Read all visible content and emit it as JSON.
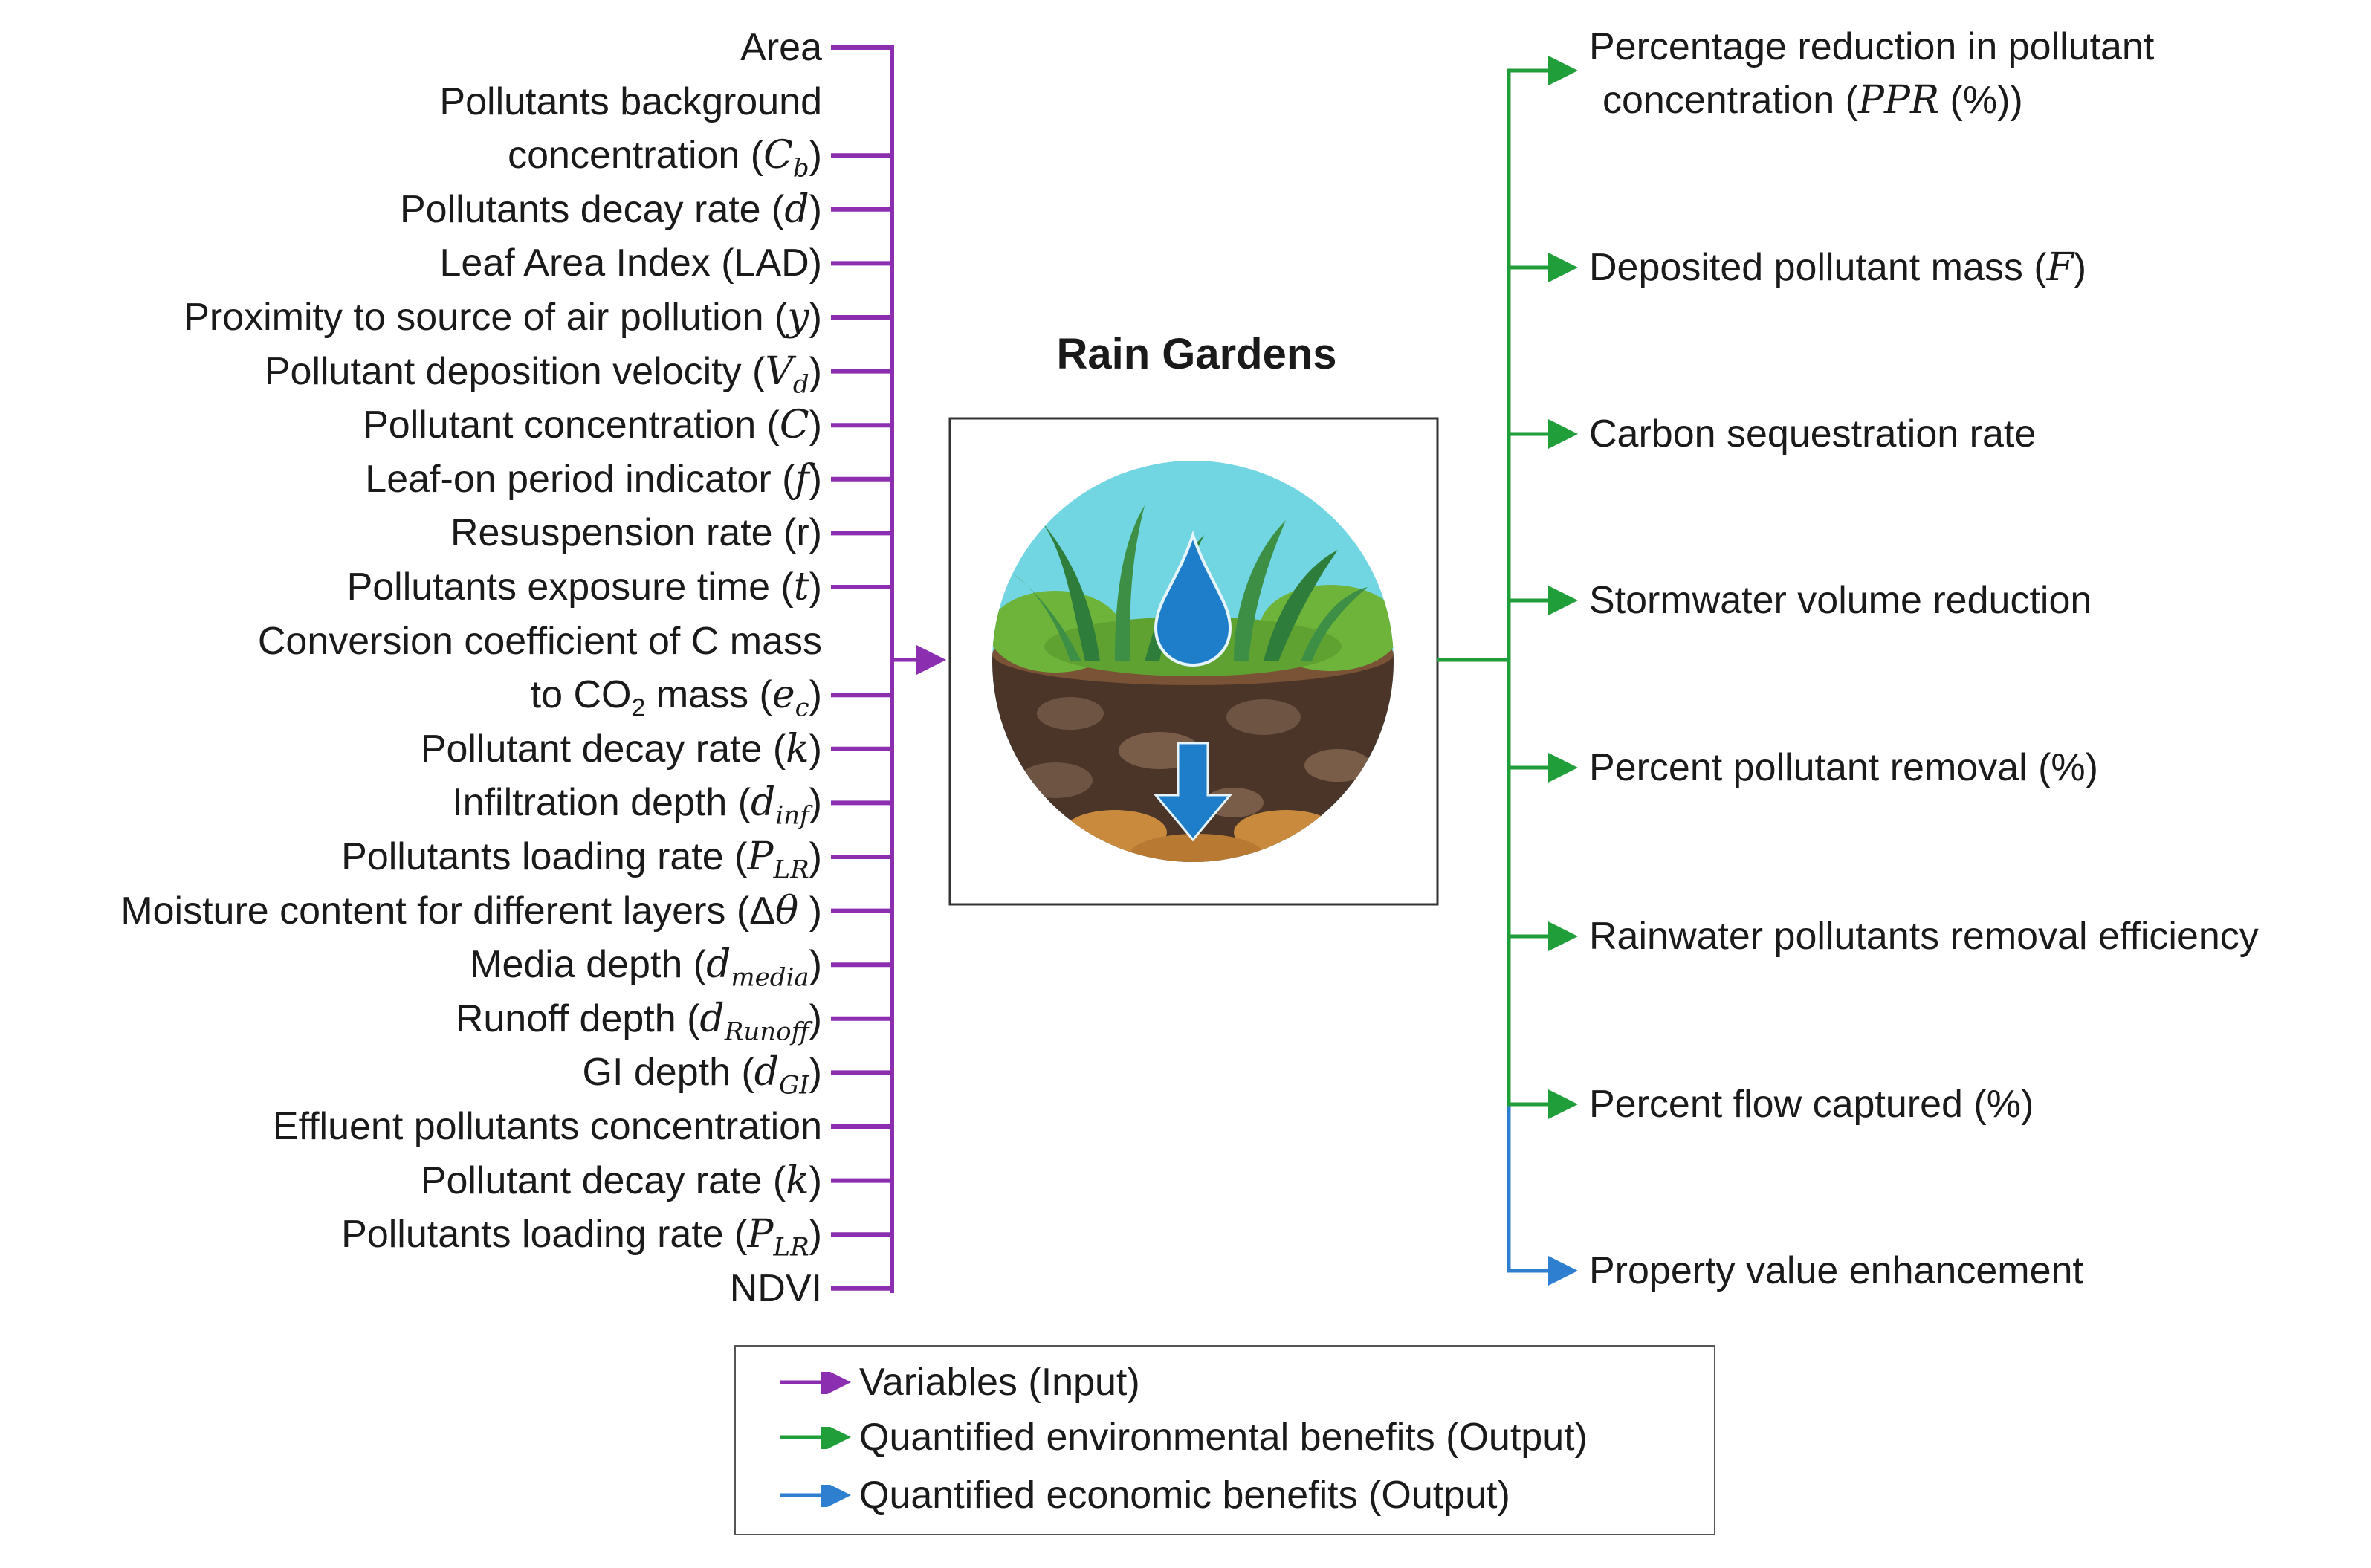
{
  "title": "Rain Gardens",
  "inputs": [
    {
      "text": "Area"
    },
    {
      "text": "Pollutants background"
    },
    {
      "text": "concentration (",
      "sym": "C",
      "sub": "b",
      "suffix": ")"
    },
    {
      "text": "Pollutants decay rate (",
      "sym": "d",
      "suffix": ")"
    },
    {
      "text": "Leaf Area Index (LAD)"
    },
    {
      "text": "Proximity to source of air pollution (",
      "sym": "y",
      "suffix": ")"
    },
    {
      "text": "Pollutant deposition velocity (",
      "sym": "V",
      "sub": "d",
      "suffix": ")"
    },
    {
      "text": "Pollutant concentration (",
      "sym": "C",
      "suffix": ")"
    },
    {
      "text": "Leaf-on period indicator (",
      "sym": "f",
      "suffix": ")"
    },
    {
      "text": "Resuspension rate (r)"
    },
    {
      "text": "Pollutants exposure time (",
      "sym": "t",
      "suffix": ")"
    },
    {
      "text": "Conversion coefficient of C mass"
    },
    {
      "text": "to CO",
      "sub_plain": "2",
      "text2": " mass (",
      "sym": "e",
      "sub": "c",
      "suffix": ")"
    },
    {
      "text": "Pollutant decay rate (",
      "sym": "k",
      "suffix": ")"
    },
    {
      "text": "Infiltration depth (",
      "sym": "d",
      "sub": "inf",
      "suffix": ")"
    },
    {
      "text": "Pollutants loading rate (",
      "sym": "P",
      "sub": "LR",
      "suffix": ")"
    },
    {
      "text": "Moisture content for different layers (Δ",
      "sym": "θ",
      "suffix": " )"
    },
    {
      "text": "Media depth (",
      "sym": "d",
      "sub": "media",
      "suffix": ")"
    },
    {
      "text": "Runoff depth (",
      "sym": "d",
      "sub": "Runoff",
      "suffix": ")"
    },
    {
      "text": "GI depth (",
      "sym": "d",
      "sub": "GI",
      "suffix": ")"
    },
    {
      "text": "Effluent pollutants concentration"
    },
    {
      "text": "Pollutant decay rate (",
      "sym": "k",
      "suffix": ")"
    },
    {
      "text": "Pollutants loading rate (",
      "sym": "P",
      "sub": "LR",
      "suffix": ")"
    },
    {
      "text": "NDVI"
    }
  ],
  "outputs": [
    {
      "line1": "Percentage reduction in pollutant",
      "line2": "concentration  (",
      "sym": "PPR",
      "suffix": " (%))",
      "kind": "environmental"
    },
    {
      "line1": "Deposited pollutant mass (",
      "sym": "F",
      "suffix": ")",
      "kind": "environmental"
    },
    {
      "line1": "Carbon sequestration rate",
      "kind": "environmental"
    },
    {
      "line1": "Stormwater volume reduction",
      "kind": "environmental"
    },
    {
      "line1": "Percent pollutant removal (%)",
      "kind": "environmental"
    },
    {
      "line1": "Rainwater pollutants removal efficiency",
      "kind": "environmental"
    },
    {
      "line1": "Percent flow captured (%)",
      "kind": "environmental"
    },
    {
      "line1": "Property value enhancement",
      "kind": "economic"
    }
  ],
  "legend": {
    "input": "Variables (Input)",
    "environmental": "Quantified environmental benefits (Output)",
    "economic": "Quantified economic benefits (Output)"
  },
  "colors": {
    "input": "#8b2fb0",
    "environmental": "#1f9e3a",
    "economic": "#2f7fd0"
  },
  "image": {
    "icon": "rain-garden-icon"
  }
}
